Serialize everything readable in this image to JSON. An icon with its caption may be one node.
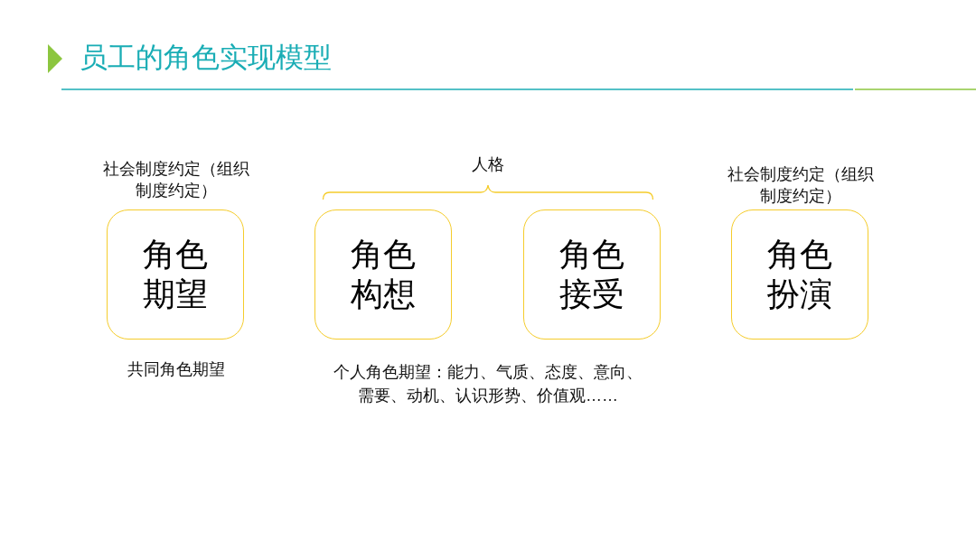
{
  "diagram": {
    "title": "员工的角色实现模型",
    "nodes": [
      {
        "text": [
          "角色期望"
        ],
        "beside": [
          "社会制度约定（组织制度约定）",
          "共同角色期望"
        ]
      },
      {
        "text": [
          "角色构想"
        ]
      },
      {
        "text": [
          "角色接受"
        ]
      },
      {
        "text": [
          "角色扮演"
        ],
        "beside": [
          "社会制度约定（组织制度约定）"
        ]
      }
    ],
    "labels": [
      "人格",
      "个人角色期望：能力、气质、态度、意向、需要、动机、认识形势、价值观……"
    ]
  }
}
